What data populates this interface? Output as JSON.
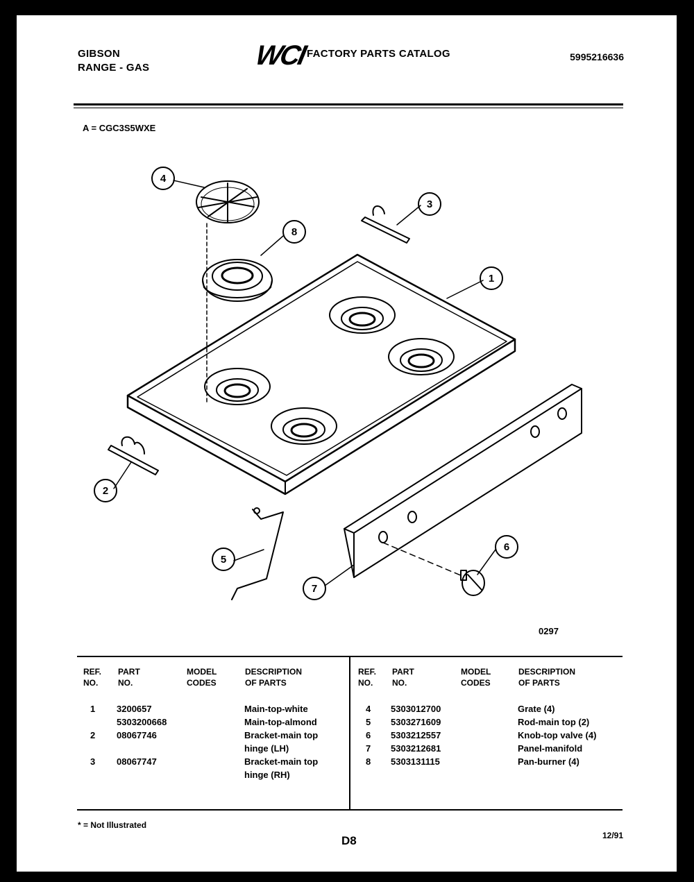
{
  "header": {
    "brand": "GIBSON",
    "product": "RANGE - GAS",
    "logo": "WCI",
    "catalog_title": "FACTORY PARTS CATALOG",
    "catalog_number": "5995216636"
  },
  "model_line": "A = CGC3S5WXE",
  "diagram": {
    "callouts": [
      "1",
      "2",
      "3",
      "4",
      "5",
      "6",
      "7",
      "8"
    ],
    "figure_code": "0297"
  },
  "table": {
    "headers": {
      "ref": [
        "REF.",
        "NO."
      ],
      "part": [
        "PART",
        "NO."
      ],
      "model": [
        "MODEL",
        "CODES"
      ],
      "desc": [
        "DESCRIPTION",
        "OF PARTS"
      ]
    },
    "left_rows": [
      {
        "ref": "1",
        "part": "3200657",
        "desc": "Main-top-white"
      },
      {
        "ref": "",
        "part": "5303200668",
        "desc": "Main-top-almond"
      },
      {
        "ref": "2",
        "part": "08067746",
        "desc": "Bracket-main top"
      },
      {
        "ref": "",
        "part": "",
        "desc": "hinge (LH)"
      },
      {
        "ref": "3",
        "part": "08067747",
        "desc": "Bracket-main top"
      },
      {
        "ref": "",
        "part": "",
        "desc": "hinge (RH)"
      }
    ],
    "right_rows": [
      {
        "ref": "4",
        "part": "5303012700",
        "desc": "Grate (4)"
      },
      {
        "ref": "5",
        "part": "5303271609",
        "desc": "Rod-main top (2)"
      },
      {
        "ref": "6",
        "part": "5303212557",
        "desc": "Knob-top valve (4)"
      },
      {
        "ref": "7",
        "part": "5303212681",
        "desc": "Panel-manifold"
      },
      {
        "ref": "8",
        "part": "5303131115",
        "desc": "Pan-burner (4)"
      }
    ]
  },
  "footer": {
    "note": "* = Not Illustrated",
    "page": "D8",
    "date": "12/91"
  }
}
